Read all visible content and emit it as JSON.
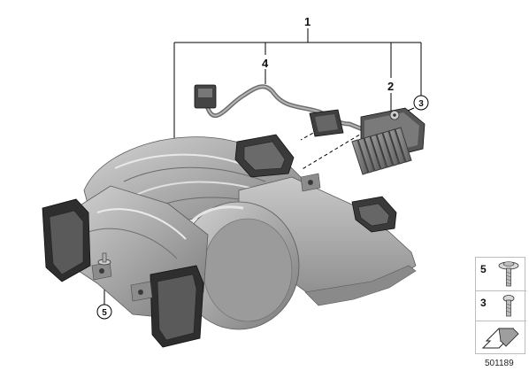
{
  "callouts": {
    "c1": "1",
    "c2": "2",
    "c3": "3",
    "c4": "4",
    "c5": "5"
  },
  "legend": {
    "rows": [
      {
        "number": "5"
      },
      {
        "number": "3"
      }
    ]
  },
  "document_number": "501189",
  "colors": {
    "housing": "#a9a9a9",
    "housing_dark": "#7d7d7d",
    "duct": "#3a3a3a",
    "line": "#000000"
  }
}
